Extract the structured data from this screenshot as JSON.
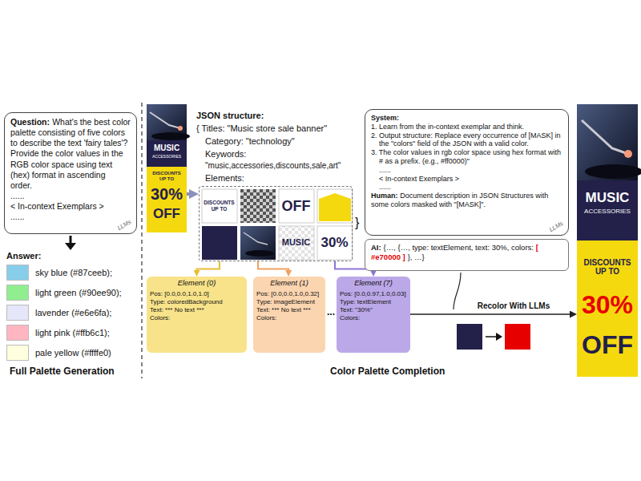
{
  "diagram": {
    "nodes": [
      {
        "text": [
          "Question:",
          "What's the best color palette consisting of five colors to describe the text 'fairy tales'? Provide the color values in the RGB color space using text (hex) format in ascending order.",
          "......",
          "< In-context Exemplars >",
          "......",
          "LLMs"
        ]
      },
      {
        "text": [
          "MUSIC",
          "ACCESSORIES",
          "DISCOUNTS UP TO",
          "30%",
          "OFF"
        ]
      },
      {
        "text": [
          "DISCOUNTS UP TO",
          "OFF",
          "MUSIC",
          "30%"
        ]
      },
      {
        "text": [
          "Element (0)",
          "Pos: [0.0,0.0,1.0,1.0]",
          "Type: coloredBackground",
          "Text: *** No text ***",
          "Colors:"
        ]
      },
      {
        "text": [
          "Element (1)",
          "Pos: [0.0,0.0,1.0,0.32]",
          "Type: imageElement",
          "Text: *** No text ***",
          "Colors:"
        ]
      },
      {
        "text": [
          "Element (7)",
          "Pos: [0.0,0.97,1.0,0.03]",
          "Type: textElement",
          "Text: \"30%\"",
          "Colors:"
        ]
      },
      {
        "text": [
          "System:",
          "1. Learn from the in-context exemplar and think.",
          "2. Output structure: Replace every occurrence of [MASK] in the \"colors\" field of the JSON with a valid color.",
          "3. The color values in rgb color space using hex format with # as a prefix. (e.g., #ff0000)\"",
          "......",
          "< In-context Exemplars >",
          "......",
          "Human:",
          "Document description in JSON Structures with some colors masked with \"[MASK]\".",
          "LLMs"
        ]
      },
      {
        "text": [
          "AI:",
          "{…, {…, type: textElement, text: 30%, colors:",
          "[ #e70000 ]",
          "}, …}"
        ]
      },
      {
        "text": [
          "MUSIC",
          "ACCESSORIES",
          "DISCOUNTS UP TO",
          "30%",
          "OFF"
        ]
      }
    ],
    "edges": [
      {
        "from": 1,
        "to": 2,
        "arrow": "to"
      },
      {
        "from": 2,
        "to": 3,
        "arrow": "to"
      },
      {
        "from": 2,
        "to": 4,
        "arrow": "to"
      },
      {
        "from": 2,
        "to": 5,
        "arrow": "to"
      },
      {
        "from": 5,
        "to": 8,
        "label": "Recolor With LLMs",
        "arrow": "to"
      }
    ],
    "labels": [
      "JSON structure:",
      "{ Titles: \"Music store sale banner\"",
      "Category: \"technology\"",
      "Keywords:",
      "\"music,accessories,discounts,sale,art\"",
      "Elements:",
      "}",
      "...",
      "Answer:",
      "Full Palette Generation",
      "Color Palette Completion"
    ],
    "legend": [
      {
        "text": "sky blue (#87ceeb);",
        "color": "#87ceeb"
      },
      {
        "text": "light green (#90ee90);",
        "color": "#90ee90"
      },
      {
        "text": "lavender (#e6e6fa);",
        "color": "#e6e6fa"
      },
      {
        "text": "light pink (#ffb6c1);",
        "color": "#ffb6c1"
      },
      {
        "text": "pale yellow (#ffffe0)",
        "color": "#ffffe0"
      }
    ]
  }
}
